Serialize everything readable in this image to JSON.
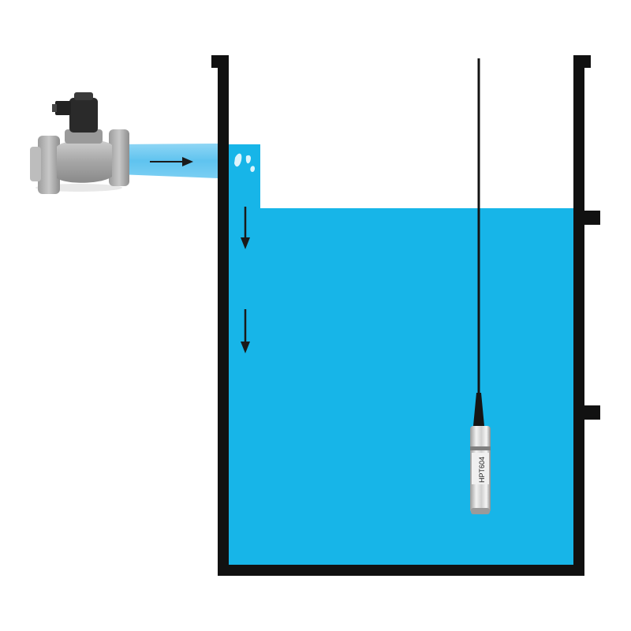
{
  "diagram": {
    "components": {
      "valve": "solenoid-valve",
      "tank": "open-water-tank",
      "sensor": "submersible-level-transmitter",
      "sensor_marking": "HPT604"
    },
    "flows": [
      {
        "name": "pipe-inflow",
        "direction": "right"
      },
      {
        "name": "fill-down-1",
        "direction": "down"
      },
      {
        "name": "fill-down-2",
        "direction": "down"
      }
    ],
    "colors": {
      "water": "#17b5e8",
      "inflow_stream": "#6fcaf2",
      "tank_wall": "#111111",
      "valve_body": "#a9a9a9",
      "valve_coil": "#2a2a2a",
      "sensor_body": "#d7d7d7"
    }
  }
}
